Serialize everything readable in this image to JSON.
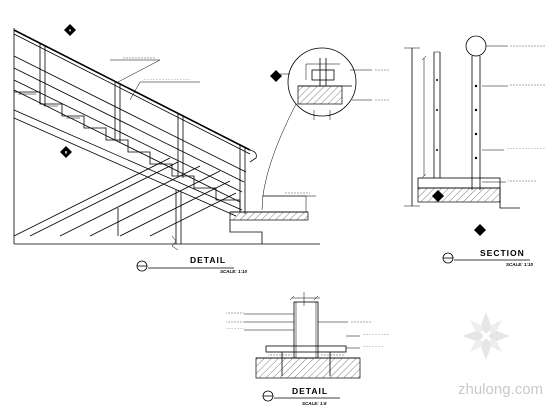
{
  "sections": {
    "detail_top": {
      "title": "DETAIL",
      "scale": "SCALE: 1:10"
    },
    "section": {
      "title": "SECTION",
      "scale": "SCALE: 1:10"
    },
    "detail_bottom": {
      "title": "DETAIL",
      "scale": "SCALE: 1:5"
    }
  },
  "watermark": {
    "brand": "zhulong.com"
  },
  "colors": {
    "line": "#000000",
    "watermark": "#c9c9c9",
    "background": "#ffffff"
  }
}
